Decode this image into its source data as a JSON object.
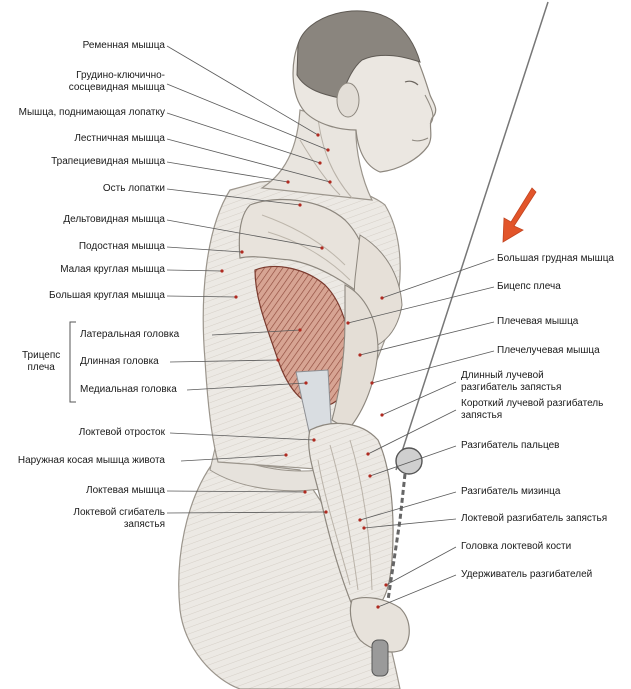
{
  "colors": {
    "line": "#5a5a5a",
    "arrow": "#e2552a",
    "skin": "#ebe8e3",
    "muscle_red": "#c98a7a"
  },
  "left_labels": [
    {
      "text": "Ременная мышца"
    },
    {
      "text": "Грудино-ключично-\nсосцевидная мышца"
    },
    {
      "text": "Мышца, поднимающая лопатку"
    },
    {
      "text": "Лестничная мышца"
    },
    {
      "text": "Трапециевидная мышца"
    },
    {
      "text": "Ость лопатки"
    },
    {
      "text": "Дельтовидная мышца"
    },
    {
      "text": "Подостная мышца"
    },
    {
      "text": "Малая круглая мышца"
    },
    {
      "text": "Большая круглая мышца"
    },
    {
      "text": "Латеральная головка"
    },
    {
      "text": "Длинная головка"
    },
    {
      "text": "Медиальная головка"
    },
    {
      "text": "Локтевой отросток"
    },
    {
      "text": "Наружная косая мышца живота"
    },
    {
      "text": "Локтевая мышца"
    },
    {
      "text": "Локтевой сгибатель\nзапястья"
    }
  ],
  "bracket_label": "Трицепс\nплеча",
  "right_labels": [
    {
      "text": "Большая грудная мышца"
    },
    {
      "text": "Бицепс плеча"
    },
    {
      "text": "Плечевая мышца"
    },
    {
      "text": "Плечелучевая мышца"
    },
    {
      "text": "Длинный лучевой\nразгибатель запястья"
    },
    {
      "text": "Короткий лучевой разгибатель\nзапястья"
    },
    {
      "text": "Разгибатель пальцев"
    },
    {
      "text": "Разгибатель мизинца"
    },
    {
      "text": "Локтевой разгибатель запястья"
    },
    {
      "text": "Головка локтевой кости"
    },
    {
      "text": "Удерживатель разгибателей"
    }
  ]
}
